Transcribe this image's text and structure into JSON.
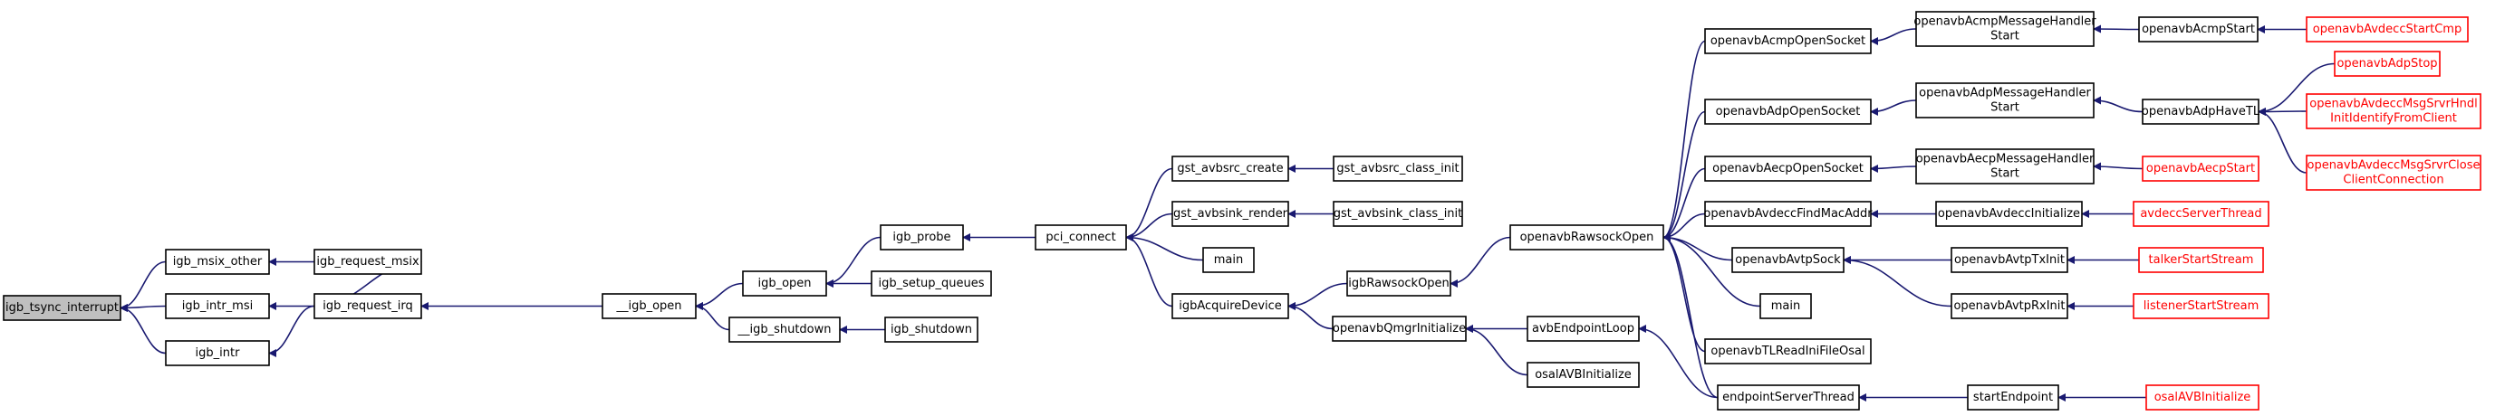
{
  "colors": {
    "edge": "#191970",
    "node_border": "#000000",
    "root_fill": "#bfbfbf",
    "node_fill": "#ffffff",
    "link_text": "#000000",
    "truncated_border": "#ff0000",
    "truncated_text": "#ff0000"
  },
  "nodes": {
    "n_igb_tsync_interrupt": {
      "lines": [
        "igb_tsync_interrupt"
      ],
      "style": "root"
    },
    "n_igb_msix_other": {
      "lines": [
        "igb_msix_other"
      ],
      "style": "normal"
    },
    "n_igb_intr_msi": {
      "lines": [
        "igb_intr_msi"
      ],
      "style": "normal"
    },
    "n_igb_intr": {
      "lines": [
        "igb_intr"
      ],
      "style": "normal"
    },
    "n_igb_request_msix": {
      "lines": [
        "igb_request_msix"
      ],
      "style": "normal"
    },
    "n_igb_request_irq": {
      "lines": [
        "igb_request_irq"
      ],
      "style": "normal"
    },
    "n___igb_open": {
      "lines": [
        "__igb_open"
      ],
      "style": "normal"
    },
    "n_igb_open": {
      "lines": [
        "igb_open"
      ],
      "style": "normal"
    },
    "n___igb_shutdown": {
      "lines": [
        "__igb_shutdown"
      ],
      "style": "normal"
    },
    "n_igb_probe": {
      "lines": [
        "igb_probe"
      ],
      "style": "normal"
    },
    "n_igb_setup_queues": {
      "lines": [
        "igb_setup_queues"
      ],
      "style": "normal"
    },
    "n_igb_shutdown": {
      "lines": [
        "igb_shutdown"
      ],
      "style": "normal"
    },
    "n_pci_connect": {
      "lines": [
        "pci_connect"
      ],
      "style": "normal"
    },
    "n_gst_avbsrc_create": {
      "lines": [
        "gst_avbsrc_create"
      ],
      "style": "normal"
    },
    "n_gst_avbsink_render": {
      "lines": [
        "gst_avbsink_render"
      ],
      "style": "normal"
    },
    "n_main1": {
      "lines": [
        "main"
      ],
      "style": "normal"
    },
    "n_igbAcquireDevice": {
      "lines": [
        "igbAcquireDevice"
      ],
      "style": "normal"
    },
    "n_gst_avbsrc_class_init": {
      "lines": [
        "gst_avbsrc_class_init"
      ],
      "style": "normal"
    },
    "n_gst_avbsink_class_init": {
      "lines": [
        "gst_avbsink_class_init"
      ],
      "style": "normal"
    },
    "n_igbRawsockOpen": {
      "lines": [
        "igbRawsockOpen"
      ],
      "style": "normal"
    },
    "n_openavbQmgrInitialize": {
      "lines": [
        "openavbQmgrInitialize"
      ],
      "style": "normal"
    },
    "n_openavbRawsockOpen": {
      "lines": [
        "openavbRawsockOpen"
      ],
      "style": "normal"
    },
    "n_avbEndpointLoop": {
      "lines": [
        "avbEndpointLoop"
      ],
      "style": "normal"
    },
    "n_osalAVBInitialize1": {
      "lines": [
        "osalAVBInitialize"
      ],
      "style": "normal"
    },
    "n_openavbAcmpOpenSocket": {
      "lines": [
        "openavbAcmpOpenSocket"
      ],
      "style": "normal"
    },
    "n_openavbAdpOpenSocket": {
      "lines": [
        "openavbAdpOpenSocket"
      ],
      "style": "normal"
    },
    "n_openavbAecpOpenSocket": {
      "lines": [
        "openavbAecpOpenSocket"
      ],
      "style": "normal"
    },
    "n_openavbAvdeccFindMacAddr": {
      "lines": [
        "openavbAvdeccFindMacAddr"
      ],
      "style": "normal"
    },
    "n_openavbAvtpSock": {
      "lines": [
        "openavbAvtpSock"
      ],
      "style": "normal"
    },
    "n_main2": {
      "lines": [
        "main"
      ],
      "style": "normal"
    },
    "n_openavbTLReadIniFileOsal": {
      "lines": [
        "openavbTLReadIniFileOsal"
      ],
      "style": "normal"
    },
    "n_endpointServerThread": {
      "lines": [
        "endpointServerThread"
      ],
      "style": "normal"
    },
    "n_openavbAcmpMessageHandlerStart": {
      "lines": [
        "openavbAcmpMessageHandler",
        "Start"
      ],
      "style": "normal"
    },
    "n_openavbAdpMessageHandlerStart": {
      "lines": [
        "openavbAdpMessageHandler",
        "Start"
      ],
      "style": "normal"
    },
    "n_openavbAecpMessageHandlerStart": {
      "lines": [
        "openavbAecpMessageHandler",
        "Start"
      ],
      "style": "normal"
    },
    "n_openavbAvdeccInitialize": {
      "lines": [
        "openavbAvdeccInitialize"
      ],
      "style": "normal"
    },
    "n_openavbAvtpTxInit": {
      "lines": [
        "openavbAvtpTxInit"
      ],
      "style": "normal"
    },
    "n_openavbAvtpRxInit": {
      "lines": [
        "openavbAvtpRxInit"
      ],
      "style": "normal"
    },
    "n_startEndpoint": {
      "lines": [
        "startEndpoint"
      ],
      "style": "normal"
    },
    "n_openavbAcmpStart": {
      "lines": [
        "openavbAcmpStart"
      ],
      "style": "normal"
    },
    "n_openavbAdpHaveTL": {
      "lines": [
        "openavbAdpHaveTL"
      ],
      "style": "normal"
    },
    "n_openavbAecpStart": {
      "lines": [
        "openavbAecpStart"
      ],
      "style": "truncated"
    },
    "n_avdeccServerThread": {
      "lines": [
        "avdeccServerThread"
      ],
      "style": "truncated"
    },
    "n_talkerStartStream": {
      "lines": [
        "talkerStartStream"
      ],
      "style": "truncated"
    },
    "n_listenerStartStream": {
      "lines": [
        "listenerStartStream"
      ],
      "style": "truncated"
    },
    "n_osalAVBInitialize2": {
      "lines": [
        "osalAVBInitialize"
      ],
      "style": "truncated"
    },
    "n_openavbAvdeccStartCmp": {
      "lines": [
        "openavbAvdeccStartCmp"
      ],
      "style": "truncated"
    },
    "n_openavbAdpStop": {
      "lines": [
        "openavbAdpStop"
      ],
      "style": "truncated"
    },
    "n_openavbAvdeccMsgSrvrHndlInitIdentifyFromClient": {
      "lines": [
        "openavbAvdeccMsgSrvrHndl",
        "InitIdentifyFromClient"
      ],
      "style": "truncated"
    },
    "n_openavbAvdeccMsgSrvrCloseClientConnection": {
      "lines": [
        "openavbAvdeccMsgSrvrClose",
        "ClientConnection"
      ],
      "style": "truncated"
    }
  },
  "edges": [
    [
      "n_igb_msix_other",
      "n_igb_tsync_interrupt"
    ],
    [
      "n_igb_intr_msi",
      "n_igb_tsync_interrupt"
    ],
    [
      "n_igb_intr",
      "n_igb_tsync_interrupt"
    ],
    [
      "n_igb_request_msix",
      "n_igb_msix_other"
    ],
    [
      "n_igb_request_irq",
      "n_igb_intr_msi"
    ],
    [
      "n_igb_request_irq",
      "n_igb_intr"
    ],
    [
      "n_igb_request_irq",
      "n_igb_request_msix"
    ],
    [
      "n___igb_open",
      "n_igb_request_irq"
    ],
    [
      "n_igb_open",
      "n___igb_open"
    ],
    [
      "n___igb_shutdown",
      "n___igb_open"
    ],
    [
      "n_igb_probe",
      "n_igb_open"
    ],
    [
      "n_igb_setup_queues",
      "n_igb_open"
    ],
    [
      "n_igb_shutdown",
      "n___igb_shutdown"
    ],
    [
      "n_pci_connect",
      "n_igb_probe"
    ],
    [
      "n_gst_avbsrc_create",
      "n_pci_connect"
    ],
    [
      "n_gst_avbsink_render",
      "n_pci_connect"
    ],
    [
      "n_main1",
      "n_pci_connect"
    ],
    [
      "n_igbAcquireDevice",
      "n_pci_connect"
    ],
    [
      "n_gst_avbsrc_class_init",
      "n_gst_avbsrc_create"
    ],
    [
      "n_gst_avbsink_class_init",
      "n_gst_avbsink_render"
    ],
    [
      "n_igbRawsockOpen",
      "n_igbAcquireDevice"
    ],
    [
      "n_openavbQmgrInitialize",
      "n_igbAcquireDevice"
    ],
    [
      "n_openavbRawsockOpen",
      "n_igbRawsockOpen"
    ],
    [
      "n_avbEndpointLoop",
      "n_openavbQmgrInitialize"
    ],
    [
      "n_osalAVBInitialize1",
      "n_openavbQmgrInitialize"
    ],
    [
      "n_openavbAcmpOpenSocket",
      "n_openavbRawsockOpen"
    ],
    [
      "n_openavbAdpOpenSocket",
      "n_openavbRawsockOpen"
    ],
    [
      "n_openavbAecpOpenSocket",
      "n_openavbRawsockOpen"
    ],
    [
      "n_openavbAvdeccFindMacAddr",
      "n_openavbRawsockOpen"
    ],
    [
      "n_openavbAvtpSock",
      "n_openavbRawsockOpen"
    ],
    [
      "n_main2",
      "n_openavbRawsockOpen"
    ],
    [
      "n_openavbTLReadIniFileOsal",
      "n_openavbRawsockOpen"
    ],
    [
      "n_endpointServerThread",
      "n_openavbRawsockOpen"
    ],
    [
      "n_endpointServerThread",
      "n_avbEndpointLoop"
    ],
    [
      "n_openavbAcmpMessageHandlerStart",
      "n_openavbAcmpOpenSocket"
    ],
    [
      "n_openavbAdpMessageHandlerStart",
      "n_openavbAdpOpenSocket"
    ],
    [
      "n_openavbAecpMessageHandlerStart",
      "n_openavbAecpOpenSocket"
    ],
    [
      "n_openavbAvdeccInitialize",
      "n_openavbAvdeccFindMacAddr"
    ],
    [
      "n_openavbAvtpTxInit",
      "n_openavbAvtpSock"
    ],
    [
      "n_openavbAvtpRxInit",
      "n_openavbAvtpSock"
    ],
    [
      "n_startEndpoint",
      "n_endpointServerThread"
    ],
    [
      "n_openavbAcmpStart",
      "n_openavbAcmpMessageHandlerStart"
    ],
    [
      "n_openavbAdpHaveTL",
      "n_openavbAdpMessageHandlerStart"
    ],
    [
      "n_openavbAecpStart",
      "n_openavbAecpMessageHandlerStart"
    ],
    [
      "n_avdeccServerThread",
      "n_openavbAvdeccInitialize"
    ],
    [
      "n_talkerStartStream",
      "n_openavbAvtpTxInit"
    ],
    [
      "n_listenerStartStream",
      "n_openavbAvtpRxInit"
    ],
    [
      "n_osalAVBInitialize2",
      "n_startEndpoint"
    ],
    [
      "n_openavbAvdeccStartCmp",
      "n_openavbAcmpStart"
    ],
    [
      "n_openavbAdpStop",
      "n_openavbAdpHaveTL"
    ],
    [
      "n_openavbAvdeccMsgSrvrHndlInitIdentifyFromClient",
      "n_openavbAdpHaveTL"
    ],
    [
      "n_openavbAvdeccMsgSrvrCloseClientConnection",
      "n_openavbAdpHaveTL"
    ]
  ]
}
